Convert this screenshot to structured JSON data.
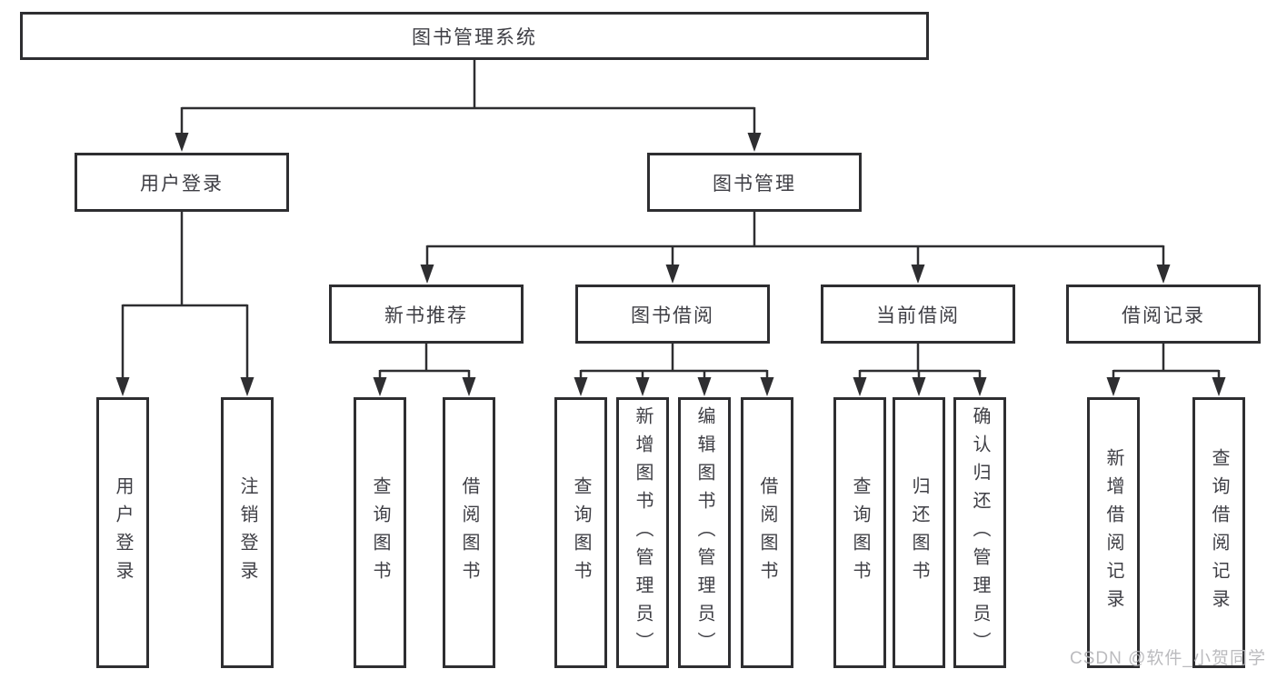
{
  "diagram": {
    "colors": {
      "line_color": "#2e2e31",
      "text_color": "#3e3e44",
      "bg_color": "#ffffff",
      "watermark_color": "#b4b4b8"
    },
    "watermark": "CSDN @软件_小贺同学",
    "tree": {
      "root": {
        "label": "图书管理系统"
      },
      "branches": [
        {
          "label": "用户登录",
          "leaves": [
            {
              "label": "用户登录"
            },
            {
              "label": "注销登录"
            }
          ]
        },
        {
          "label": "图书管理",
          "groups": [
            {
              "label": "新书推荐",
              "leaves": [
                {
                  "label": "查询图书"
                },
                {
                  "label": "借阅图书"
                }
              ]
            },
            {
              "label": "图书借阅",
              "leaves": [
                {
                  "label": "查询图书"
                },
                {
                  "label": "新增图书（管理员）"
                },
                {
                  "label": "编辑图书（管理员）"
                },
                {
                  "label": "借阅图书"
                }
              ]
            },
            {
              "label": "当前借阅",
              "leaves": [
                {
                  "label": "查询图书"
                },
                {
                  "label": "归还图书"
                },
                {
                  "label": "确认归还（管理员）"
                }
              ]
            },
            {
              "label": "借阅记录",
              "leaves": [
                {
                  "label": "新增借阅记录"
                },
                {
                  "label": "查询借阅记录"
                }
              ]
            }
          ]
        }
      ]
    }
  }
}
